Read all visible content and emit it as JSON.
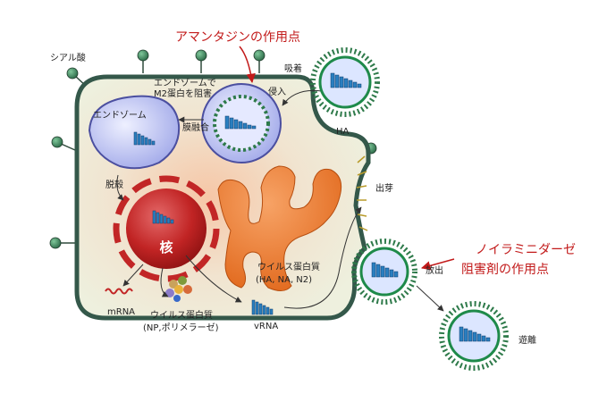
{
  "labels": {
    "amantadine_site": "アマンタジンの作用点",
    "neuraminidase_line1": "ノイラミニダーゼ",
    "neuraminidase_line2": "阻害剤の作用点",
    "sialic_acid": "シアル酸",
    "adsorption": "吸着",
    "entry": "侵入",
    "endosome_note_line1": "エンドゾームで",
    "endosome_note_line2": "M2蛋白を阻害",
    "endosome": "エンドゾーム",
    "membrane_fusion": "膜融合",
    "uncoating": "脱殻",
    "nucleus": "核",
    "ha": "HA",
    "budding": "出芽",
    "release": "放出",
    "detachment": "遊離",
    "mrna": "mRNA",
    "vrna": "vRNA",
    "protein_np_line1": "ウイルス蛋白質",
    "protein_np_line2": "(NP,ポリメラーゼ)",
    "protein_ha_line1": "ウイルス蛋白質",
    "protein_ha_line2": "(HA, NA, N2)"
  },
  "colors": {
    "annotation_red": "#c21a1a",
    "cell_fill": "#f2ecd8",
    "cell_border": "#34584a",
    "nucleus": "#c22626",
    "endosome": "#b8bff0",
    "er_golgi": "#ec7a2e",
    "virus_green": "#1e8a4a",
    "rna_blue": "#2a7fc0"
  }
}
